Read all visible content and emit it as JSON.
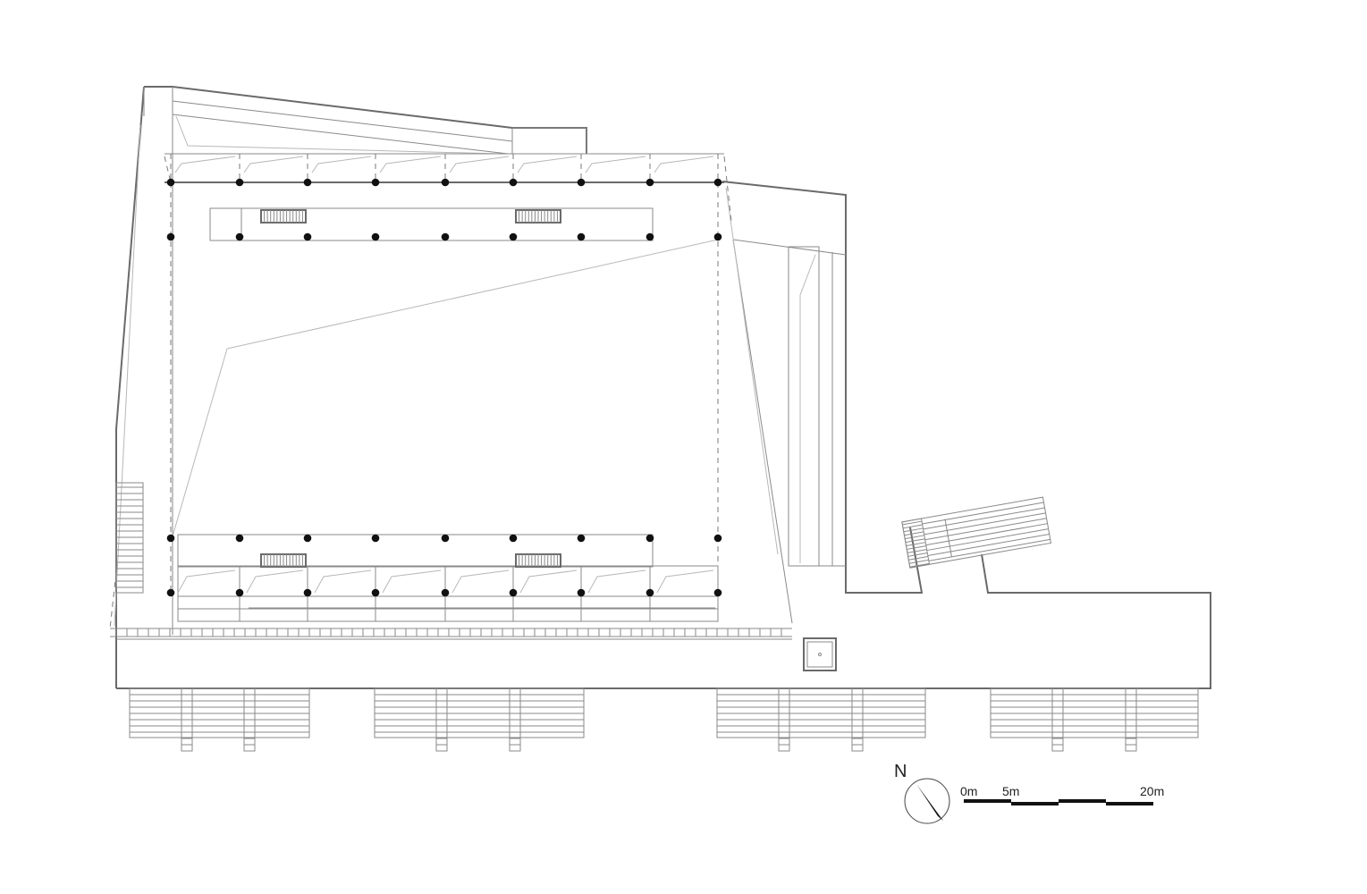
{
  "north_arrow": {
    "label": "N"
  },
  "scale_bar": {
    "labels": [
      "0m",
      "5m",
      "20m"
    ]
  },
  "colors": {
    "wall": "#6a6a6a",
    "column": "#111111",
    "line": "#8a8a8a",
    "faint": "#b8b8b8"
  }
}
